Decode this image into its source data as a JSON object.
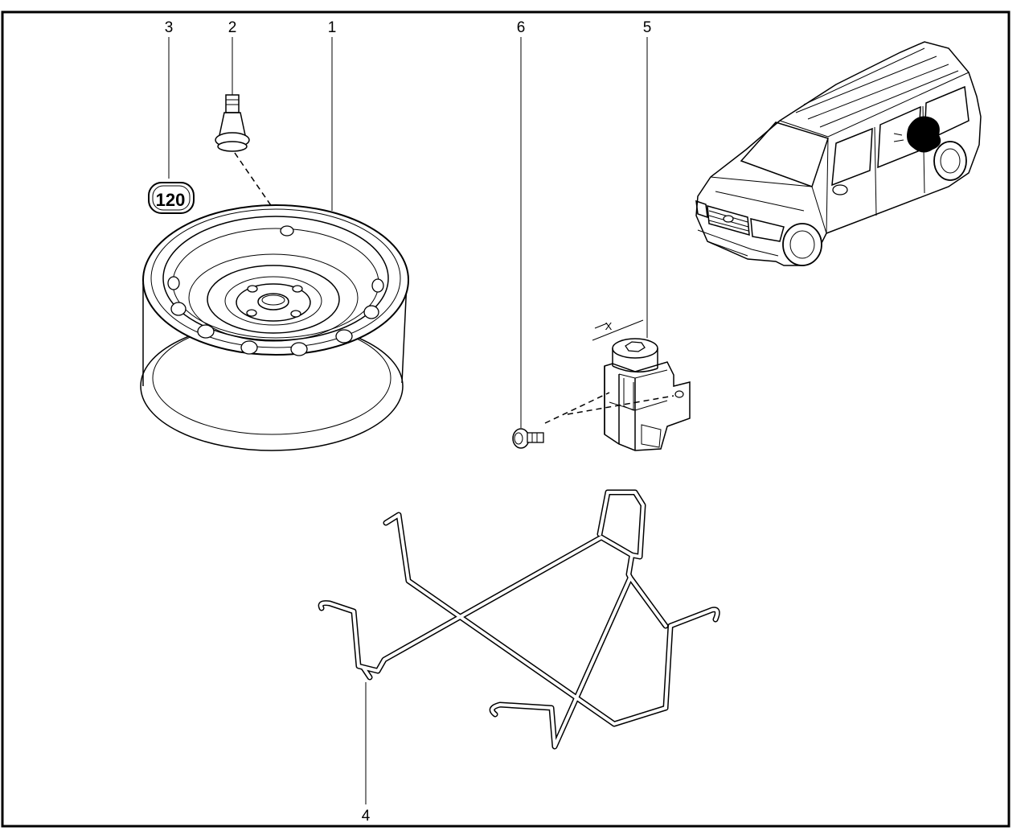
{
  "callouts": {
    "c1": "1",
    "c2": "2",
    "c3": "3",
    "c4": "4",
    "c5": "5",
    "c6": "6"
  },
  "pressure_tag": "120",
  "dimension_label": "X"
}
